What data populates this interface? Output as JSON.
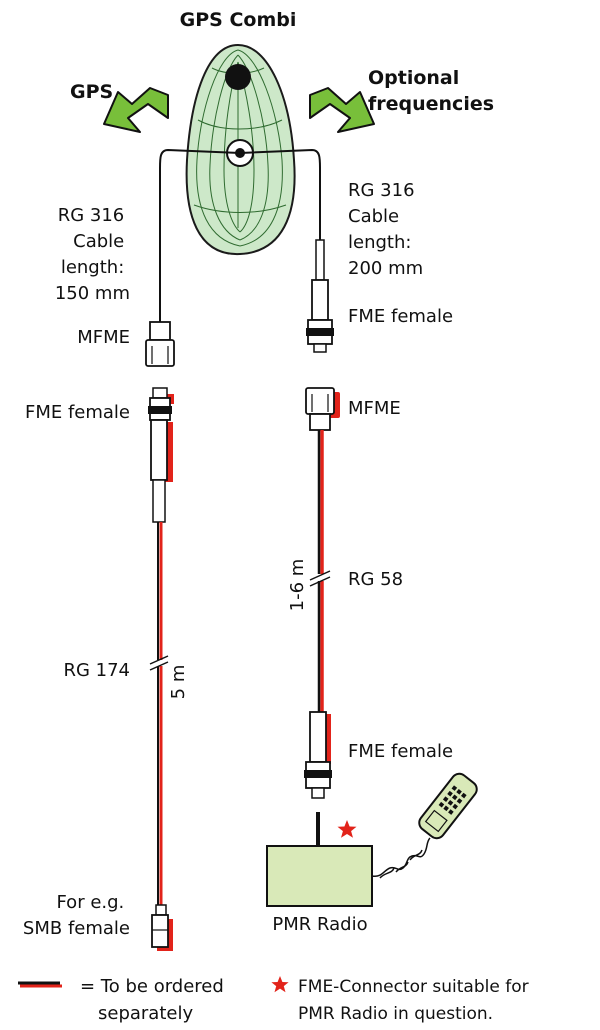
{
  "title": "GPS Combi",
  "arrows": {
    "left_label": "GPS",
    "right_label_line1": "Optional",
    "right_label_line2": "frequencies"
  },
  "left_branch": {
    "cable_line1": "RG 316",
    "cable_line2": "Cable",
    "cable_line3": "length:",
    "cable_line4": "150 mm",
    "connector_top": "MFME",
    "connector_mid": "FME female",
    "ext_cable": "RG 174",
    "ext_length": "5 m",
    "end_line1": "For e.g.",
    "end_line2": "SMB female"
  },
  "right_branch": {
    "cable_line1": "RG 316",
    "cable_line2": "Cable",
    "cable_line3": "length:",
    "cable_line4": "200 mm",
    "connector_top": "FME female",
    "connector_mid": "MFME",
    "ext_cable": "RG 58",
    "ext_length": "1-6 m",
    "connector_bottom": "FME female",
    "radio_label": "PMR Radio"
  },
  "legend": {
    "line_text1": "= To be ordered",
    "line_text2": "separately",
    "star_text1": "FME-Connector suitable for",
    "star_text2": "PMR Radio in question."
  },
  "colors": {
    "antenna_fill": "#cde8c9",
    "arrow_green": "#78bf3a",
    "radio_fill": "#d9e9b8",
    "cable_red": "#e2231a",
    "star_red": "#e2231a"
  }
}
